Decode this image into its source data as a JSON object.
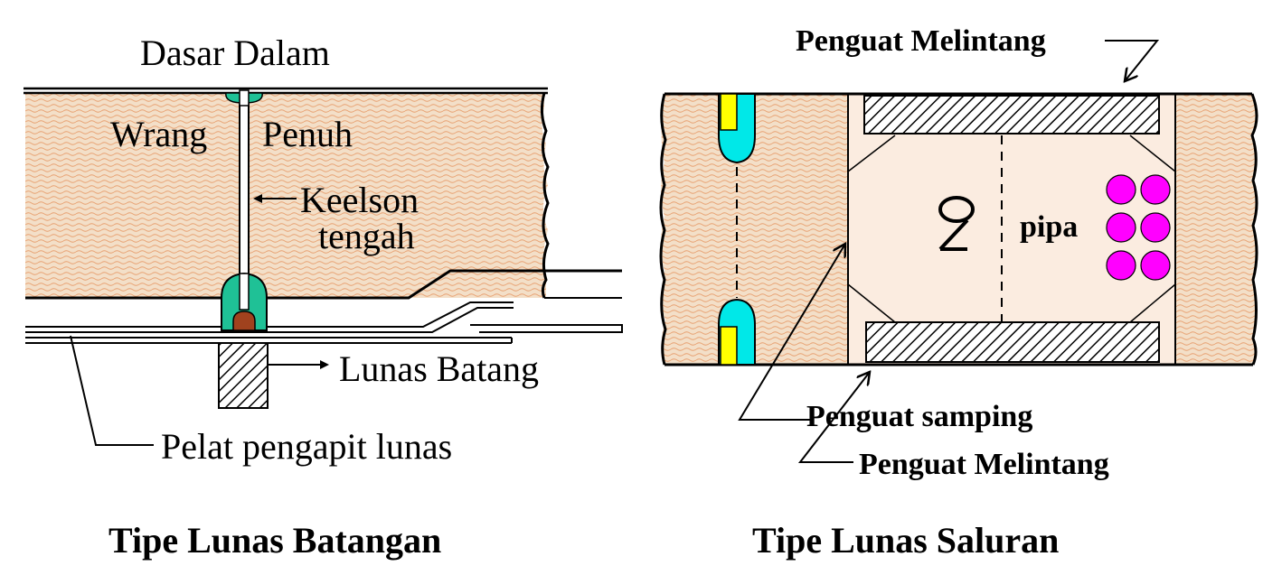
{
  "left_diagram": {
    "labels": {
      "dasar_dalam": "Dasar Dalam",
      "wrang": "Wrang",
      "penuh": "Penuh",
      "keelson": "Keelson",
      "tengah": "tengah",
      "lunas_batang": "Lunas Batang",
      "pelat": "Pelat pengapit lunas"
    },
    "caption": "Tipe Lunas Batangan"
  },
  "right_diagram": {
    "labels": {
      "penguat_melintang_top": "Penguat Melintang",
      "pipa": "pipa",
      "penguat_samping": "Penguat samping",
      "penguat_melintang_bottom": "Penguat Melintang"
    },
    "symbol": "2",
    "caption": "Tipe Lunas Saluran"
  },
  "colors": {
    "fill_tan": "#f3dfc8",
    "wave": "#e8a070",
    "green": "#1fc196",
    "brown": "#a0421e",
    "cyan": "#00e8e8",
    "yellow": "#ffff00",
    "magenta": "#ff00ff"
  }
}
